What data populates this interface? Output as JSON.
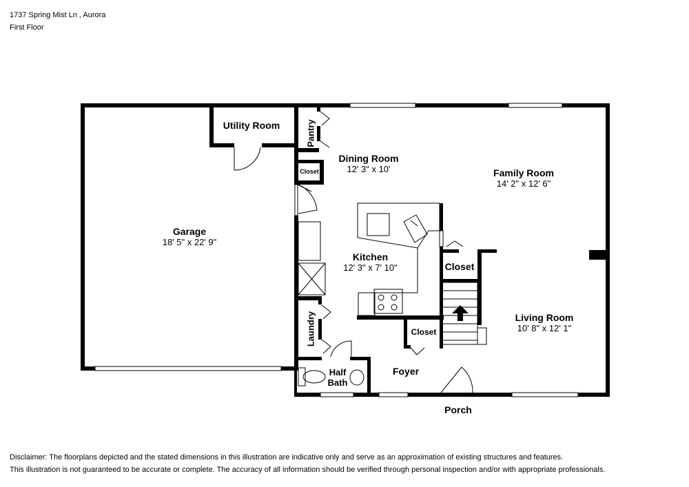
{
  "header": {
    "address": "1737 Spring Mist Ln , Aurora",
    "floor": "First Floor"
  },
  "rooms": {
    "utility": {
      "name": "Utility Room"
    },
    "pantry": {
      "name": "Pantry"
    },
    "dining": {
      "name": "Dining Room",
      "dims": "12' 3\" x 10'"
    },
    "family": {
      "name": "Family Room",
      "dims": "14' 2\" x 12' 6\""
    },
    "closet_small": {
      "name": "Closet"
    },
    "garage": {
      "name": "Garage",
      "dims": "18' 5\" x 22' 9\""
    },
    "kitchen": {
      "name": "Kitchen",
      "dims": "12' 3\" x 7' 10\""
    },
    "closet_stair": {
      "name": "Closet"
    },
    "laundry": {
      "name": "Laundry"
    },
    "closet_foyer": {
      "name": "Closet"
    },
    "living": {
      "name": "Living Room",
      "dims": "10' 8\" x 12' 1\""
    },
    "half_bath": {
      "name_line1": "Half",
      "name_line2": "Bath"
    },
    "foyer": {
      "name": "Foyer"
    },
    "porch": {
      "name": "Porch"
    }
  },
  "disclaimer": {
    "line1": "Disclaimer: The floorplans depicted and the stated dimensions in this illustration are indicative only and serve as an approximation of existing structures and features.",
    "line2": "This illustration is not guaranteed to be accurate or complete. The accuracy of all information should be verified through personal inspection and/or with appropriate professionals."
  }
}
